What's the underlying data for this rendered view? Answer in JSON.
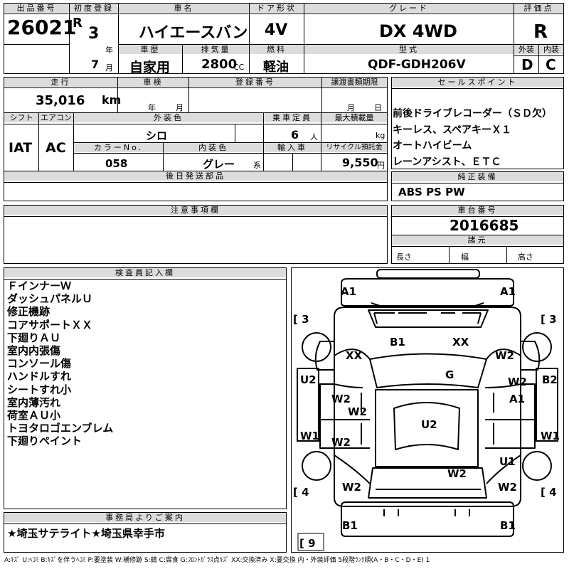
{
  "header": {
    "lot_label": "出品番号",
    "lot": "26021",
    "first_reg_label": "初度登録",
    "era": "R",
    "year": "3",
    "year_unit": "年",
    "month": "7",
    "month_unit": "月",
    "car_name_label": "車名",
    "car_name": "ハイエースバン",
    "door_label": "ドア形状",
    "door": "4V",
    "grade_label": "グレード",
    "grade": "DX 4WD",
    "score_label": "評価点",
    "score": "R",
    "history_label": "車歴",
    "history": "自家用",
    "displacement_label": "排気量",
    "displacement": "2800",
    "displacement_unit": "CC",
    "fuel_label": "燃料",
    "fuel": "軽油",
    "model_label": "型式",
    "model": "QDF-GDH206V",
    "exterior_label": "外装",
    "exterior": "D",
    "interior_label": "内装",
    "interior": "C"
  },
  "row2": {
    "mileage_label": "走行",
    "mileage": "35,016",
    "mileage_unit": "km",
    "inspection_label": "車検",
    "insp_year_unit": "年",
    "insp_month_unit": "月",
    "reg_no_label": "登録番号",
    "transfer_label": "譲渡書類期限",
    "transfer_month_unit": "月",
    "transfer_day_unit": "日",
    "shift_label": "シフト",
    "shift": "IAT",
    "ac_label": "エアコン",
    "ac": "AC",
    "ext_color_label": "外装色",
    "ext_color": "シロ",
    "capacity_label": "乗車定員",
    "capacity": "6",
    "capacity_unit": "人",
    "load_label": "最大積載量",
    "load_unit": "kg",
    "color_no_label": "カラーNo.",
    "color_no": "058",
    "int_color_label": "内装色",
    "int_color": "グレー",
    "int_color_unit": "系",
    "import_label": "輸入車",
    "recycle_label": "リサイクル預託金",
    "recycle": "9,550",
    "recycle_unit": "円",
    "later_parts_label": "後日発送部品"
  },
  "sales_points": {
    "label": "セールスポイント",
    "items": [
      "前後ドライブレコーダー（ＳＤ欠）",
      "キーレス、スペアキーＸ１",
      "オートハイビーム",
      "レーンアシスト、ＥＴＣ"
    ]
  },
  "genuine": {
    "label": "純正装備",
    "value": "ABS PS PW"
  },
  "caution": {
    "label": "注意事項欄"
  },
  "chassis": {
    "label": "車台番号",
    "value": "2016685",
    "specs_label": "諸元",
    "length_label": "長さ",
    "width_label": "幅",
    "height_label": "高さ"
  },
  "inspector": {
    "label": "検査員記入欄",
    "notes": [
      "ＦインナーＷ",
      "ダッシュパネルＵ",
      "修正機跡",
      "コアサポートＸＸ",
      "下廻りＡＵ",
      "室内内張傷",
      "コンソール傷",
      "ハンドルすれ",
      "シートすれ小",
      "室内薄汚れ",
      "荷室ＡＵ小",
      "トヨタロゴエンブレム",
      "下廻りペイント"
    ]
  },
  "office": {
    "label": "事務局よりご案内",
    "message": "★埼玉サテライト★埼玉県幸手市"
  },
  "diagram": {
    "marks": {
      "a1_left": "A1",
      "a1_right": "A1",
      "b3_left": "[ 3",
      "b3_right": "[ 3",
      "b1_hood": "B1",
      "xx_hood": "XX",
      "xx_left": "XX",
      "w2_right_front": "W2",
      "u2_left": "U2",
      "b2_right": "B2",
      "g_glass": "G",
      "w2_l1": "W2",
      "w2_l2": "W2",
      "w2_r1": "W2",
      "a1_r": "A1",
      "w1_left": "W1",
      "w1_right": "W1",
      "w2_l3": "W2",
      "u2_roof": "U2",
      "u1_right": "U1",
      "w2_rear_center": "W2",
      "w2_l4": "W2",
      "w2_r4": "W2",
      "b4_left": "[ 4",
      "b4_right": "[ 4",
      "b1_rear_l": "B1",
      "b1_rear_r": "B1",
      "b9": "[ 9"
    }
  },
  "legend": "A:ｷｽﾞ  U:ﾍｺﾐ B:ｷｽﾞを伴うﾍｺﾐ P:要塗装 W:補修跡 S:錆 C:腐食 G:ﾌﾛﾝﾄｶﾞﾗｽ点ｷｽﾞ XX:交換済み X:要交換  内・外装評価  5段階ﾗﾝｸ順(A・B・C・D・E) 1"
}
